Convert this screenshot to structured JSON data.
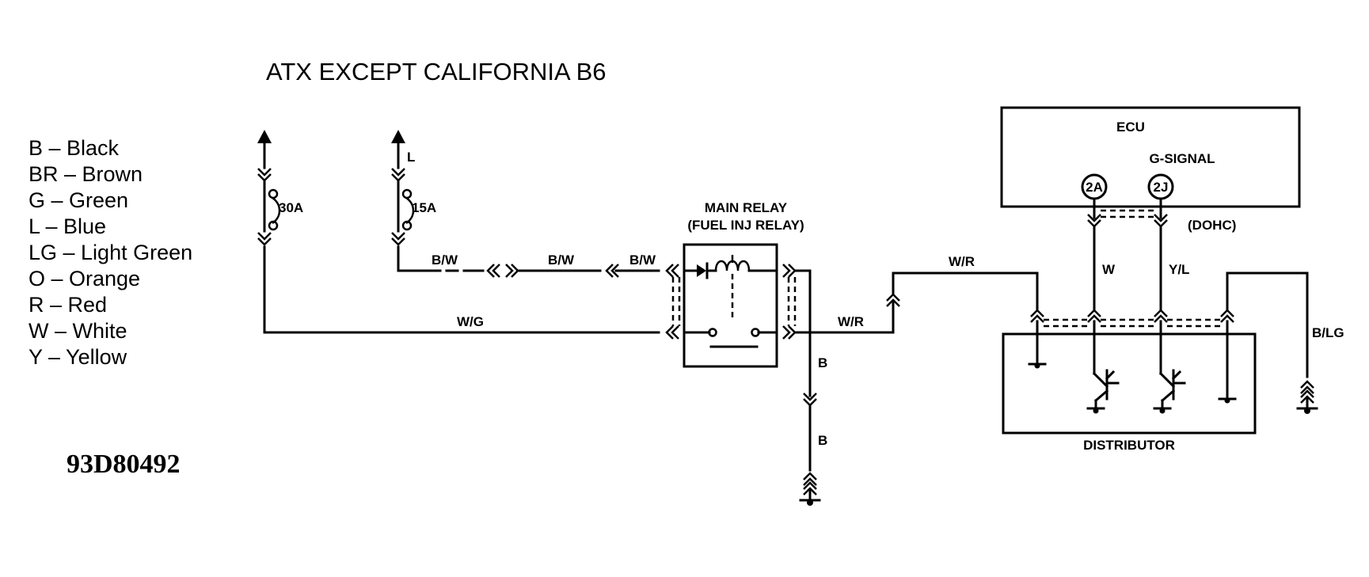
{
  "title": "ATX EXCEPT CALIFORNIA B6",
  "figure_code": "93D80492",
  "legend": [
    "B  –  Black",
    "BR  –  Brown",
    "G  –  Green",
    "L  –  Blue",
    "LG  –  Light Green",
    "O  –  Orange",
    "R  –  Red",
    "W  –  White",
    "Y  –  Yellow"
  ],
  "fuses": {
    "fuse_30a": "30A",
    "fuse_15a": "15A",
    "source_l": "L"
  },
  "relay": {
    "title": "MAIN RELAY",
    "subtitle": "(FUEL INJ RELAY)"
  },
  "wires": {
    "bw_1": "B/W",
    "bw_2": "B/W",
    "bw_3": "B/W",
    "wg": "W/G",
    "wr_low": "W/R",
    "wr_top": "W/R",
    "b_1": "B",
    "b_2": "B",
    "w": "W",
    "yl": "Y/L",
    "blg": "B/LG"
  },
  "ecu": {
    "title": "ECU",
    "signal": "G-SIGNAL",
    "pin_2a": "2A",
    "pin_2j": "2J",
    "note": "(DOHC)"
  },
  "distributor": {
    "label": "DISTRIBUTOR"
  }
}
